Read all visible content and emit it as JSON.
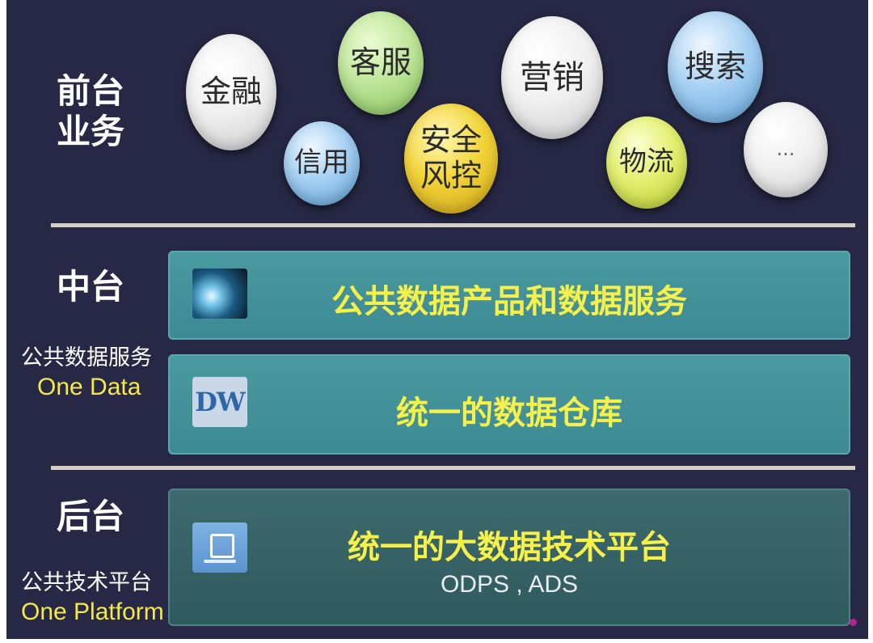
{
  "front": {
    "label_line1": "前台",
    "label_line2": "业务",
    "bubbles": [
      {
        "label": "金融",
        "color": "white"
      },
      {
        "label": "客服",
        "color": "green"
      },
      {
        "label": "信用",
        "color": "blue"
      },
      {
        "label": "安全\n风控",
        "line1": "安全",
        "line2": "风控",
        "color": "yellow"
      },
      {
        "label": "营销",
        "color": "white"
      },
      {
        "label": "搜索",
        "color": "blue"
      },
      {
        "label": "物流",
        "color": "lime"
      },
      {
        "label": "...",
        "color": "white"
      }
    ]
  },
  "middle": {
    "label": "中台",
    "sub_cn": "公共数据服务",
    "sub_en": "One Data",
    "panel_top_title": "公共数据产品和数据服务",
    "panel_bottom_title": "统一的数据仓库",
    "dw_icon_text": "DW"
  },
  "back": {
    "label": "后台",
    "sub_cn": "公共技术平台",
    "sub_en": "One Platform",
    "panel_title": "统一的大数据技术平台",
    "panel_sub": "ODPS , ADS"
  },
  "colors": {
    "background": "#272845",
    "title_yellow": "#f5f04a",
    "teal_panel": "#4a9aa2",
    "dark_panel": "#3d6a6e",
    "divider": "#d5d1c6"
  }
}
